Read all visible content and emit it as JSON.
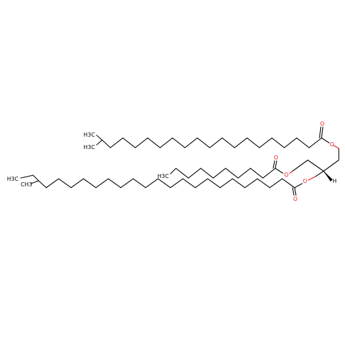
{
  "molecule": {
    "colors": {
      "carbon": "#000000",
      "oxygen": "#e8141f",
      "background": "#ffffff"
    },
    "labels": {
      "o_ester1": "O",
      "o_carbonyl1": "O",
      "o_ester2": "O",
      "o_carbonyl2": "O",
      "o_ester3": "O",
      "o_carbonyl3": "O",
      "ch3_top_a": "H3C",
      "ch3_top_b": "H3C",
      "ch3_mid": "H3C",
      "ch3_bot_a": "H3C",
      "ch3_bot_b": "CH3",
      "stereo_h": "H"
    }
  }
}
